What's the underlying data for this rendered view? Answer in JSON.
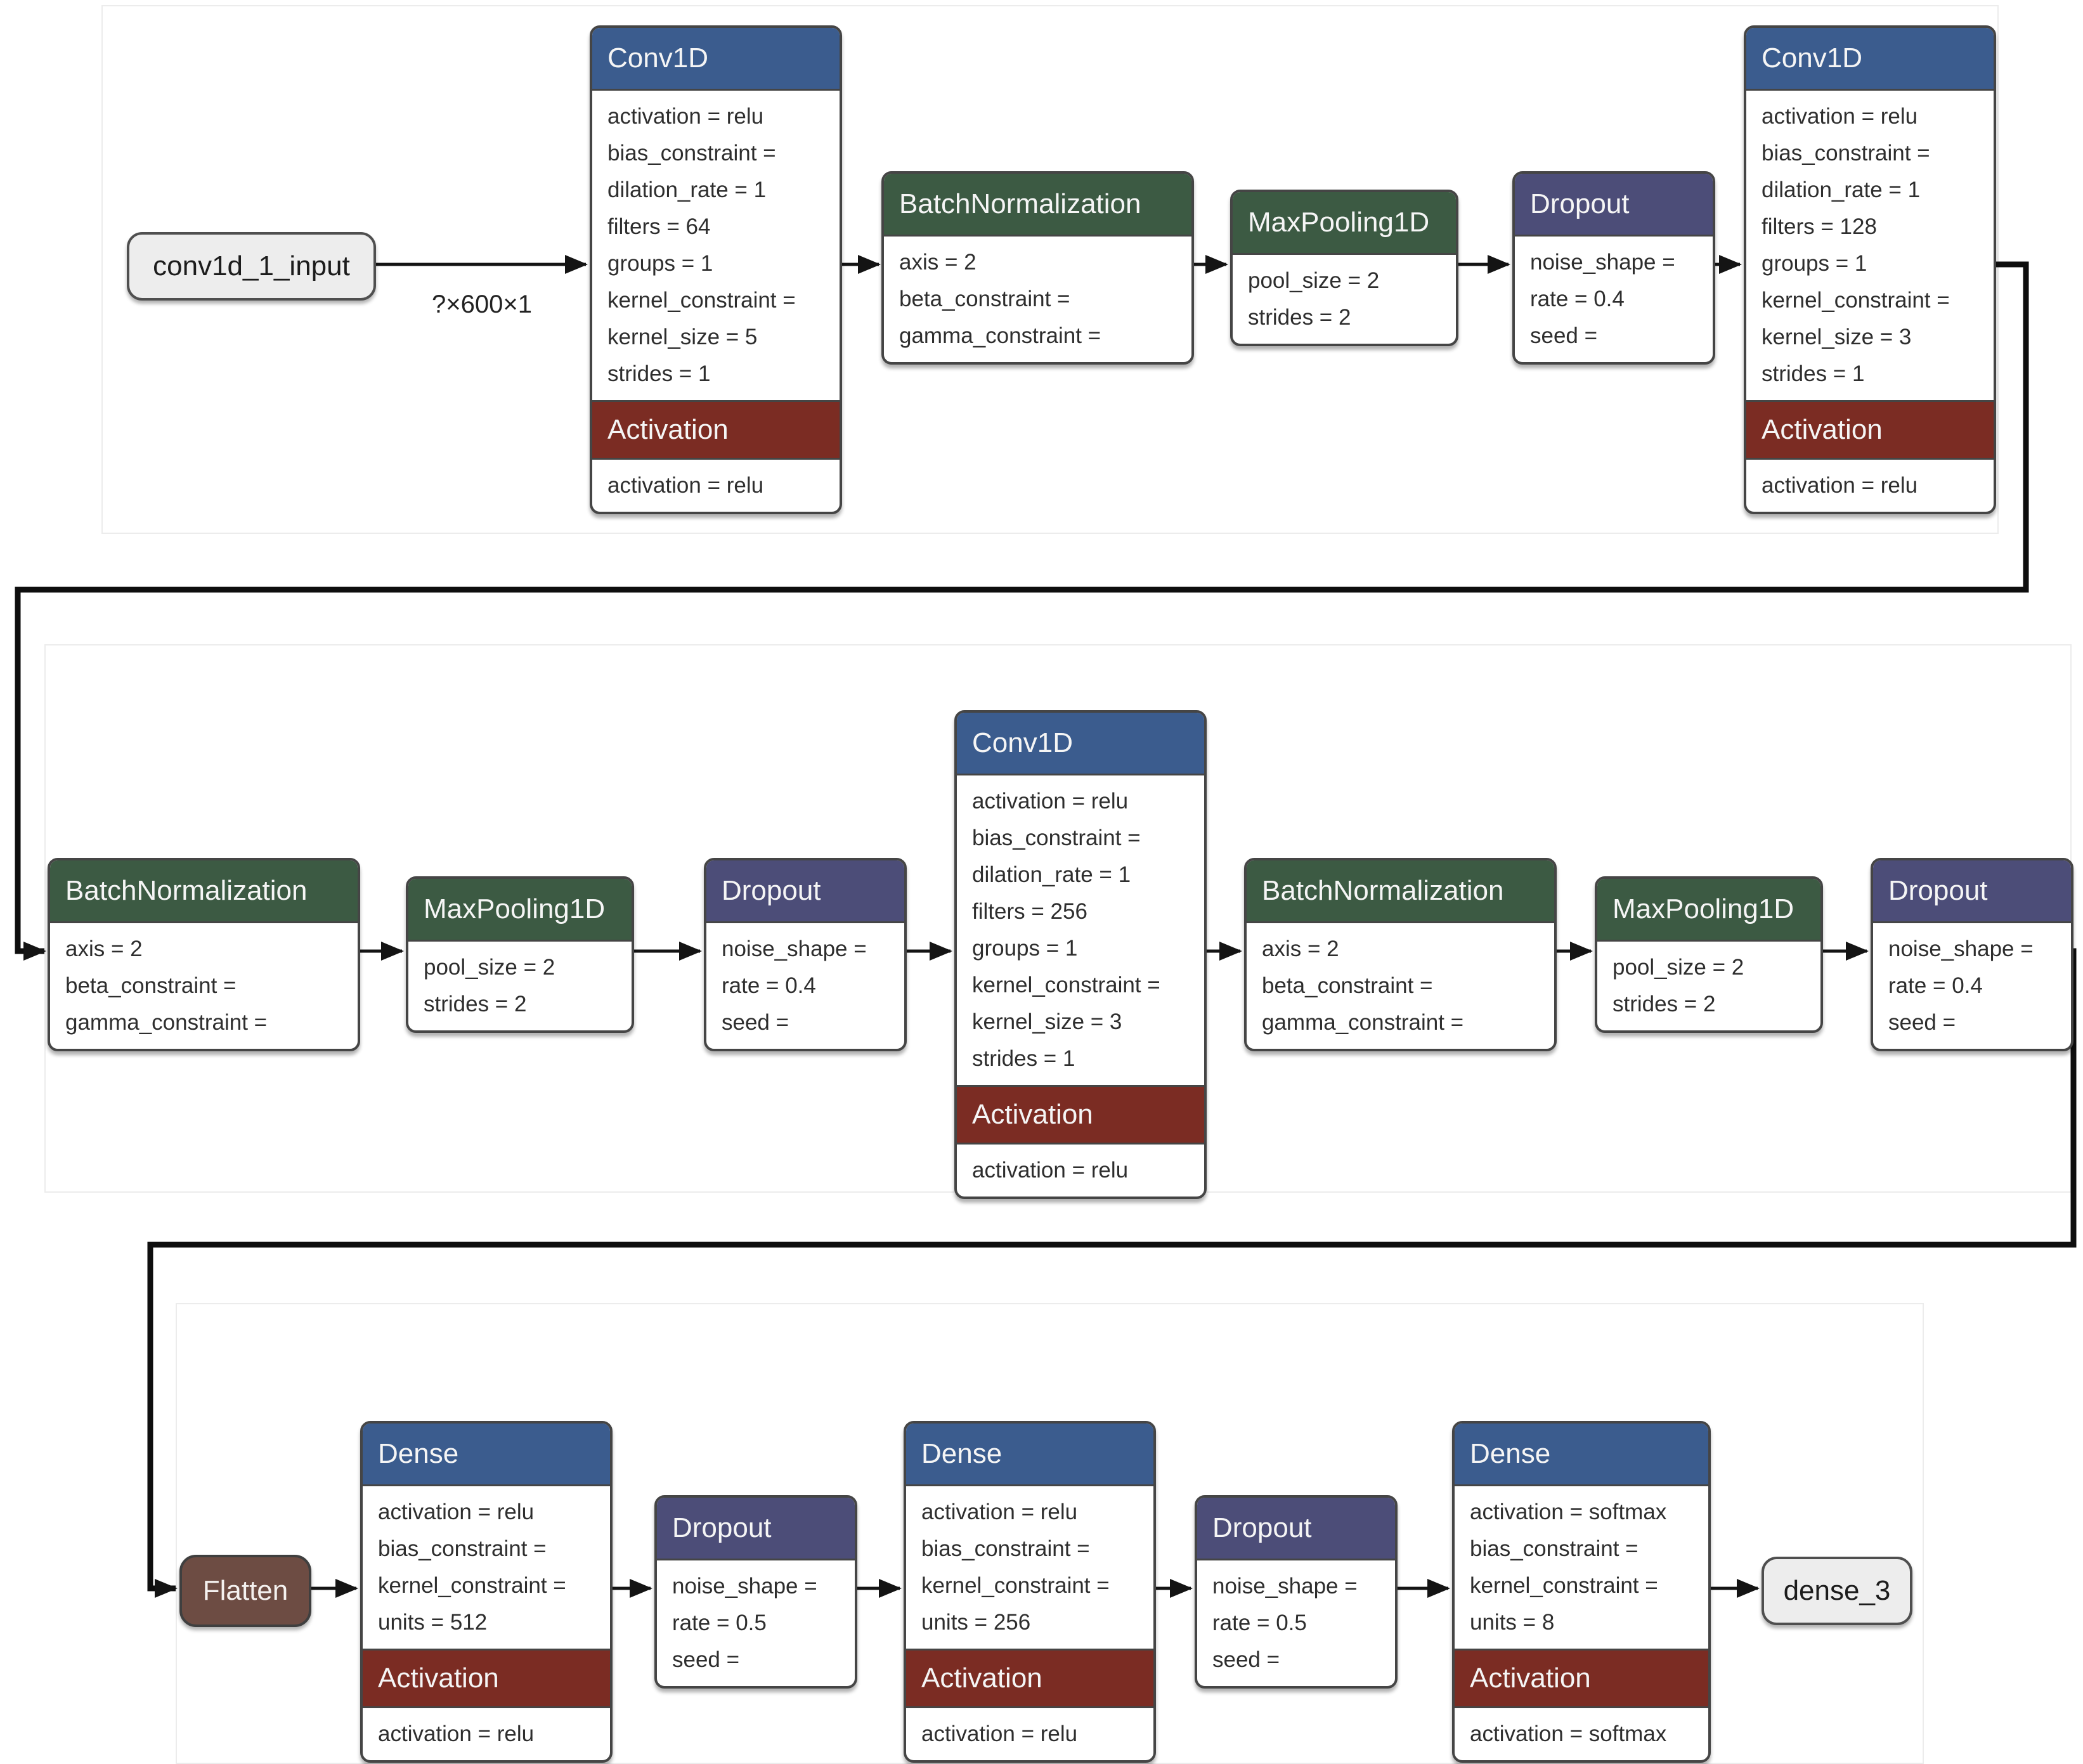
{
  "palette": {
    "conv_dense_header_blue": "#3b5c8e",
    "pooling_batchnorm_header_green": "#3c5a43",
    "dropout_header_purple": "#4c4d78",
    "activation_header_red": "#7b2c23",
    "flatten_brown": "#6d4c43",
    "io_box_gray": "#ededed",
    "edge_black": "#141414",
    "panel_border_gray": "#ececec"
  },
  "edge_label": "?×600×1",
  "nodes": [
    {
      "label": "conv1d_1_input"
    },
    {
      "title": "Conv1D",
      "params": [
        "activation = relu",
        "bias_constraint =",
        "dilation_rate = 1",
        "filters = 64",
        "groups = 1",
        "kernel_constraint =",
        "kernel_size = 5",
        "strides = 1"
      ],
      "sub_title": "Activation",
      "sub_params": [
        "activation = relu"
      ]
    },
    {
      "title": "BatchNormalization",
      "params": [
        "axis = 2",
        "beta_constraint =",
        "gamma_constraint ="
      ]
    },
    {
      "title": "MaxPooling1D",
      "params": [
        "pool_size = 2",
        "strides = 2"
      ]
    },
    {
      "title": "Dropout",
      "params": [
        "noise_shape =",
        "rate = 0.4",
        "seed ="
      ]
    },
    {
      "title": "Conv1D",
      "params": [
        "activation = relu",
        "bias_constraint =",
        "dilation_rate = 1",
        "filters = 128",
        "groups = 1",
        "kernel_constraint =",
        "kernel_size = 3",
        "strides = 1"
      ],
      "sub_title": "Activation",
      "sub_params": [
        "activation = relu"
      ]
    },
    {
      "title": "BatchNormalization",
      "params": [
        "axis = 2",
        "beta_constraint =",
        "gamma_constraint ="
      ]
    },
    {
      "title": "MaxPooling1D",
      "params": [
        "pool_size = 2",
        "strides = 2"
      ]
    },
    {
      "title": "Dropout",
      "params": [
        "noise_shape =",
        "rate = 0.4",
        "seed ="
      ]
    },
    {
      "title": "Conv1D",
      "params": [
        "activation = relu",
        "bias_constraint =",
        "dilation_rate = 1",
        "filters = 256",
        "groups = 1",
        "kernel_constraint =",
        "kernel_size = 3",
        "strides = 1"
      ],
      "sub_title": "Activation",
      "sub_params": [
        "activation = relu"
      ]
    },
    {
      "title": "BatchNormalization",
      "params": [
        "axis = 2",
        "beta_constraint =",
        "gamma_constraint ="
      ]
    },
    {
      "title": "MaxPooling1D",
      "params": [
        "pool_size = 2",
        "strides = 2"
      ]
    },
    {
      "title": "Dropout",
      "params": [
        "noise_shape =",
        "rate = 0.4",
        "seed ="
      ]
    },
    {
      "label": "Flatten"
    },
    {
      "title": "Dense",
      "params": [
        "activation = relu",
        "bias_constraint =",
        "kernel_constraint =",
        "units = 512"
      ],
      "sub_title": "Activation",
      "sub_params": [
        "activation = relu"
      ]
    },
    {
      "title": "Dropout",
      "params": [
        "noise_shape =",
        "rate = 0.5",
        "seed ="
      ]
    },
    {
      "title": "Dense",
      "params": [
        "activation = relu",
        "bias_constraint =",
        "kernel_constraint =",
        "units = 256"
      ],
      "sub_title": "Activation",
      "sub_params": [
        "activation = relu"
      ]
    },
    {
      "title": "Dropout",
      "params": [
        "noise_shape =",
        "rate = 0.5",
        "seed ="
      ]
    },
    {
      "title": "Dense",
      "params": [
        "activation = softmax",
        "bias_constraint =",
        "kernel_constraint =",
        "units = 8"
      ],
      "sub_title": "Activation",
      "sub_params": [
        "activation = softmax"
      ]
    },
    {
      "label": "dense_3"
    }
  ]
}
